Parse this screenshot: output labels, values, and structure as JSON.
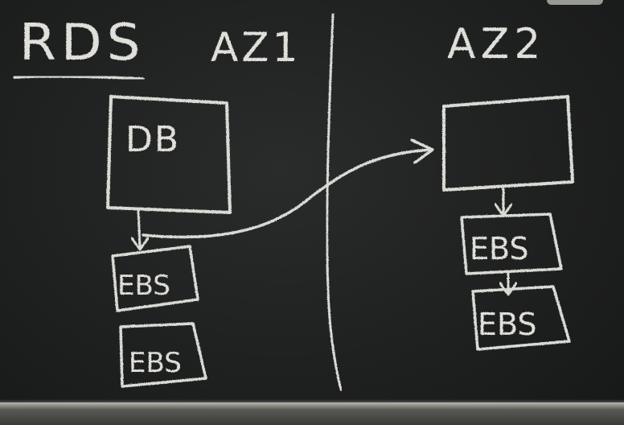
{
  "labels": {
    "title": "RDS",
    "az1": "AZ1",
    "az2": "AZ2",
    "db": "DB",
    "ebs_az1_primary": "EBS",
    "ebs_az1_copy": "EBS",
    "ebs_az2_primary": "EBS",
    "ebs_az2_copy": "EBS"
  },
  "colors": {
    "board": "#1f2020",
    "chalk": "#d9dbd5",
    "ledge": "#8d8d86"
  }
}
